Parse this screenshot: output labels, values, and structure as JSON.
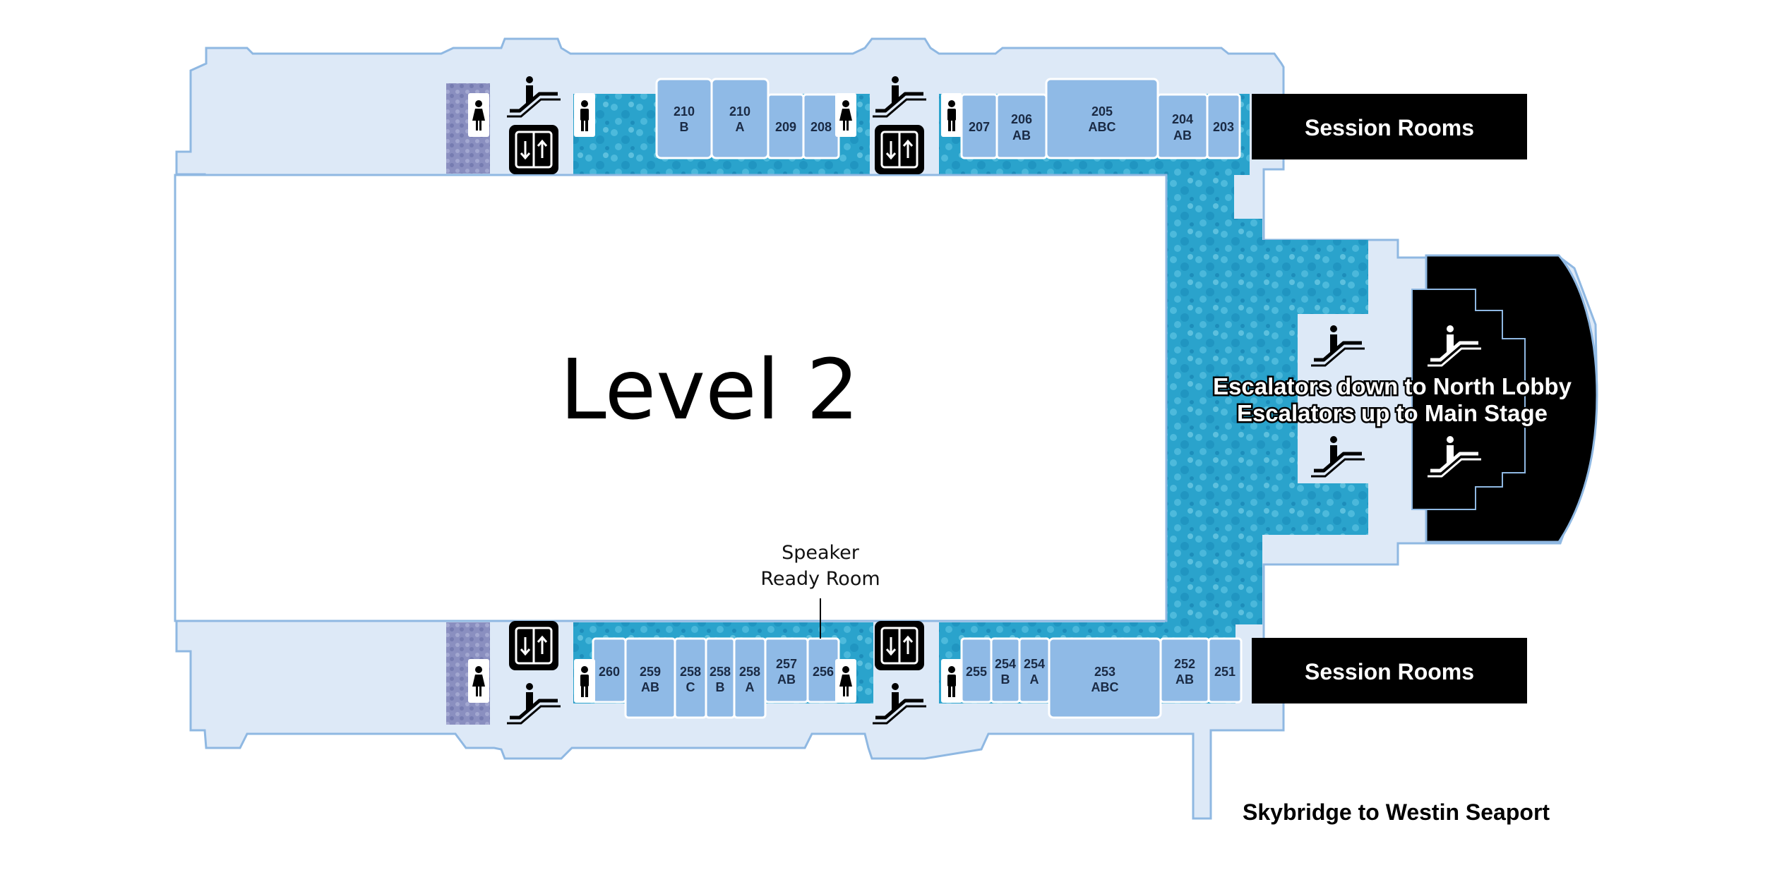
{
  "title": "Level 2",
  "labels": {
    "session_rooms_top": "Session Rooms",
    "session_rooms_bottom": "Session Rooms",
    "escalators_down": "Escalators down to North Lobby",
    "escalators_up": "Escalators up to Main Stage",
    "speaker_ready_line1": "Speaker",
    "speaker_ready_line2": "Ready Room",
    "skybridge": "Skybridge to Westin Seaport"
  },
  "rooms_top": [
    {
      "l1": "210",
      "l2": "B"
    },
    {
      "l1": "210",
      "l2": "A"
    },
    {
      "l1": "209",
      "l2": ""
    },
    {
      "l1": "208",
      "l2": ""
    },
    {
      "l1": "207",
      "l2": ""
    },
    {
      "l1": "206",
      "l2": "AB"
    },
    {
      "l1": "205",
      "l2": "ABC"
    },
    {
      "l1": "204",
      "l2": "AB"
    },
    {
      "l1": "203",
      "l2": ""
    }
  ],
  "rooms_bottom": [
    {
      "l1": "260",
      "l2": ""
    },
    {
      "l1": "259",
      "l2": "AB"
    },
    {
      "l1": "258",
      "l2": "C"
    },
    {
      "l1": "258",
      "l2": "B"
    },
    {
      "l1": "258",
      "l2": "A"
    },
    {
      "l1": "257",
      "l2": "AB"
    },
    {
      "l1": "256",
      "l2": ""
    },
    {
      "l1": "255",
      "l2": ""
    },
    {
      "l1": "254",
      "l2": "B"
    },
    {
      "l1": "254",
      "l2": "A"
    },
    {
      "l1": "253",
      "l2": "ABC"
    },
    {
      "l1": "252",
      "l2": "AB"
    },
    {
      "l1": "251",
      "l2": ""
    }
  ],
  "colors": {
    "floor": "#dde9f7",
    "floor_outline": "#8fb8e2",
    "room": "#8fbae6",
    "water": "#2fa6cf",
    "banner": "#000000"
  },
  "icons": [
    "escalator-icon",
    "elevator-icon",
    "restroom-women-icon",
    "restroom-men-icon"
  ]
}
